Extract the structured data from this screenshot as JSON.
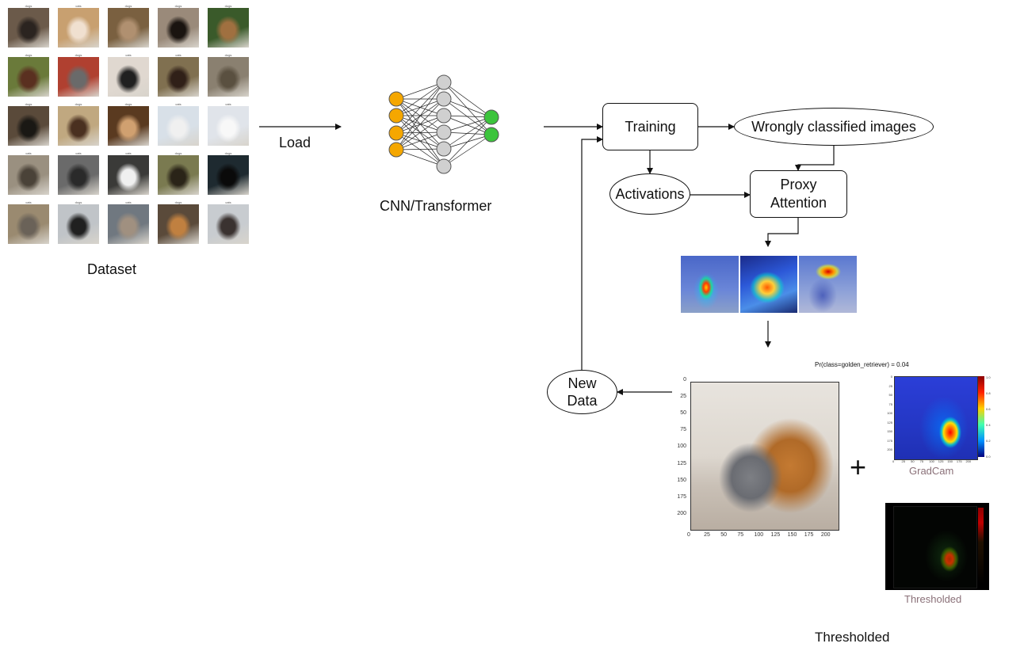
{
  "dataset": {
    "label": "Dataset",
    "thumb_tags": [
      "dogs",
      "cats",
      "dogs",
      "dogs",
      "dogs",
      "dogs",
      "dogs",
      "cats",
      "cats",
      "dogs",
      "dogs",
      "dogs",
      "dogs",
      "cats",
      "cats",
      "cats",
      "cats",
      "cats",
      "dogs",
      "dogs",
      "cats",
      "dogs",
      "cats",
      "dogs",
      "cats"
    ]
  },
  "load_label": "Load",
  "model_label": "CNN/Transformer",
  "training_label": "Training",
  "wrong_label": "Wrongly classified images",
  "activations_label": "Activations",
  "proxy_label": "Proxy Attention",
  "newdata_label": "New Data",
  "plot": {
    "title": "Pr(class=golden_retriever) =  0.04",
    "yticks": [
      "0",
      "25",
      "50",
      "75",
      "100",
      "125",
      "150",
      "175",
      "200"
    ],
    "xticks": [
      "0",
      "25",
      "50",
      "75",
      "100",
      "125",
      "150",
      "175",
      "200"
    ],
    "heat_yticks": [
      "0",
      "25",
      "50",
      "75",
      "100",
      "125",
      "150",
      "175",
      "200"
    ],
    "heat_xticks": [
      "0",
      "25",
      "50",
      "75",
      "100",
      "125",
      "150",
      "175",
      "200"
    ],
    "colorbar_ticks": [
      "1.0",
      "0.8",
      "0.6",
      "0.4",
      "0.2",
      "0.0"
    ]
  },
  "plus": "+",
  "gradcam_label": "GradCam",
  "thresholded_inner_label": "Thresholded",
  "thresholded_label": "Thresholded",
  "colors": {
    "input_node": "#f5a700",
    "hidden_node": "#d0d0d0",
    "output_node": "#3cc43c",
    "line": "#111111"
  }
}
